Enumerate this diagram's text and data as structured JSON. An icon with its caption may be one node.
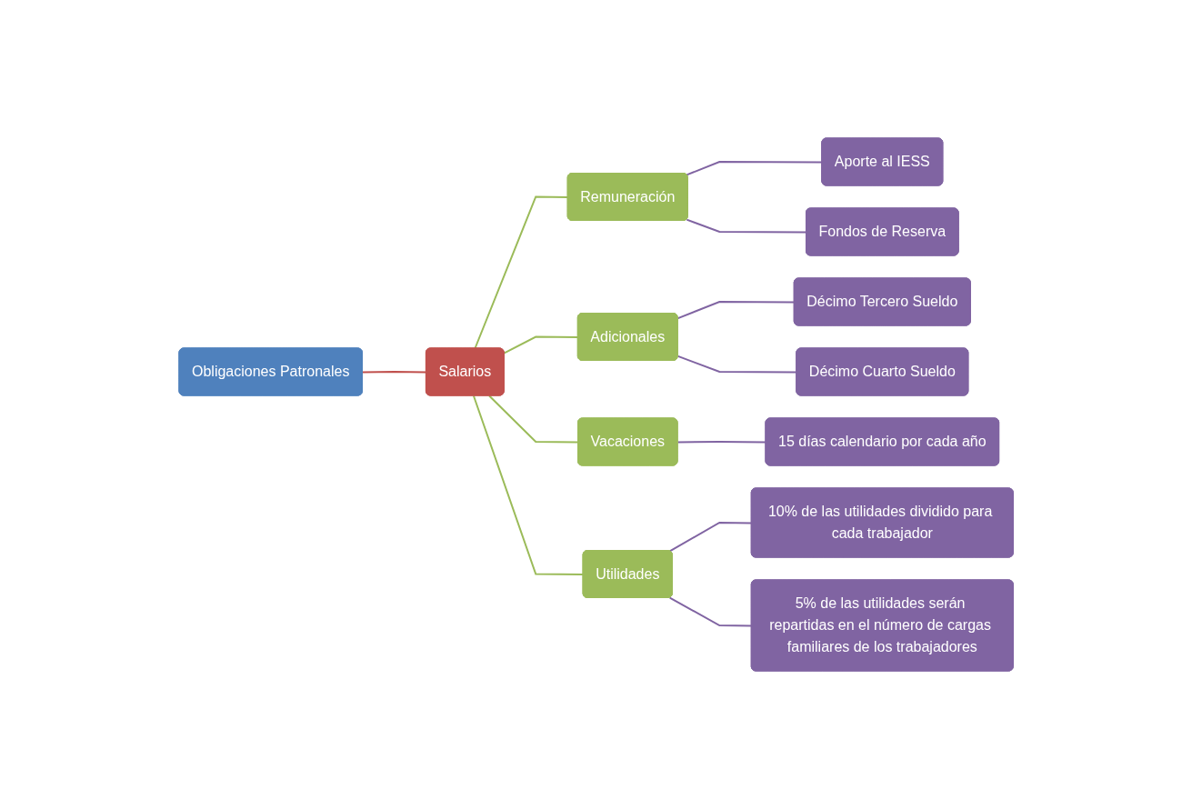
{
  "diagram": {
    "nodes": [
      {
        "text": [
          "Obligaciones Patronales"
        ]
      },
      {
        "text": [
          "Salarios"
        ]
      },
      {
        "text": [
          "Remuneración"
        ]
      },
      {
        "text": [
          "Aporte al IESS"
        ]
      },
      {
        "text": [
          "Fondos de Reserva"
        ]
      },
      {
        "text": [
          "Adicionales"
        ]
      },
      {
        "text": [
          "Décimo Tercero Sueldo"
        ]
      },
      {
        "text": [
          "Décimo Cuarto Sueldo"
        ]
      },
      {
        "text": [
          "Vacaciones"
        ]
      },
      {
        "text": [
          "15 días calendario por cada año"
        ]
      },
      {
        "text": [
          "Utilidades"
        ]
      },
      {
        "text": [
          "10% de las utilidades dividido para cada trabajador"
        ]
      },
      {
        "text": [
          "5% de las utilidades serán repartidas en el número de cargas familiares de los trabajadores"
        ]
      }
    ],
    "edges": [
      {
        "from": 0,
        "to": 1,
        "arrow": "none",
        "color": "#c0504d"
      },
      {
        "from": 1,
        "to": 2,
        "arrow": "none",
        "color": "#9bbb59"
      },
      {
        "from": 1,
        "to": 5,
        "arrow": "none",
        "color": "#9bbb59"
      },
      {
        "from": 1,
        "to": 8,
        "arrow": "none",
        "color": "#9bbb59"
      },
      {
        "from": 1,
        "to": 10,
        "arrow": "none",
        "color": "#9bbb59"
      },
      {
        "from": 2,
        "to": 3,
        "arrow": "none"
      },
      {
        "from": 2,
        "to": 4,
        "arrow": "none"
      },
      {
        "from": 5,
        "to": 6,
        "arrow": "none"
      },
      {
        "from": 5,
        "to": 7,
        "arrow": "none"
      },
      {
        "from": 8,
        "to": 9,
        "arrow": "none"
      },
      {
        "from": 10,
        "to": 11,
        "arrow": "none"
      },
      {
        "from": 10,
        "to": 12,
        "arrow": "none"
      }
    ]
  }
}
